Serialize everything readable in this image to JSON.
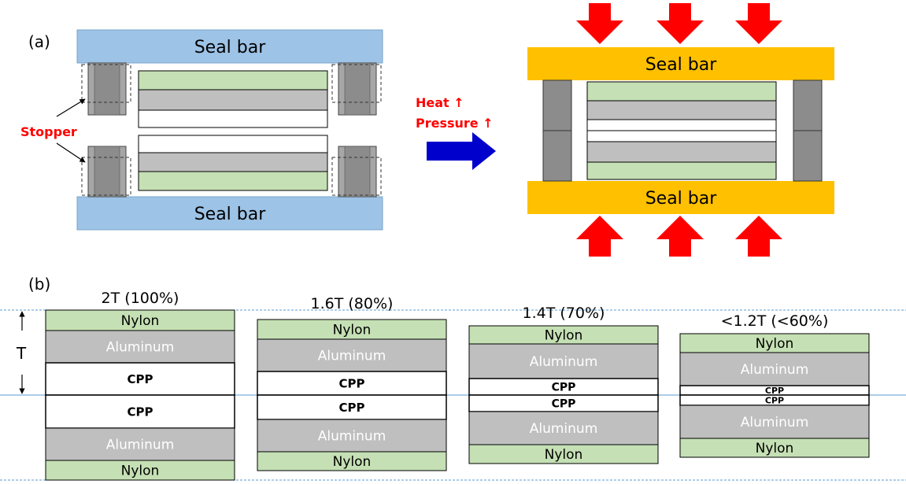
{
  "panel_a": {
    "label": "(a)",
    "left": {
      "seal_bar_top": "Seal bar",
      "seal_bar_bottom": "Seal bar",
      "stopper_label": "Stopper"
    },
    "arrow": {
      "heat": "Heat ↑",
      "pressure": "Pressure ↑"
    },
    "right": {
      "seal_bar_top": "Seal bar",
      "seal_bar_bottom": "Seal bar"
    }
  },
  "panel_b": {
    "label": "(b)",
    "t_label": "T",
    "stacks": [
      {
        "title": "2T (100%)",
        "layers": [
          {
            "name": "Nylon",
            "kind": "nylon"
          },
          {
            "name": "Aluminum",
            "kind": "aluminum"
          },
          {
            "name": "CPP",
            "kind": "cpp"
          },
          {
            "name": "CPP",
            "kind": "cpp"
          },
          {
            "name": "Aluminum",
            "kind": "aluminum"
          },
          {
            "name": "Nylon",
            "kind": "nylon"
          }
        ]
      },
      {
        "title": "1.6T (80%)",
        "layers": [
          {
            "name": "Nylon",
            "kind": "nylon"
          },
          {
            "name": "Aluminum",
            "kind": "aluminum"
          },
          {
            "name": "CPP",
            "kind": "cpp"
          },
          {
            "name": "CPP",
            "kind": "cpp"
          },
          {
            "name": "Aluminum",
            "kind": "aluminum"
          },
          {
            "name": "Nylon",
            "kind": "nylon"
          }
        ]
      },
      {
        "title": "1.4T (70%)",
        "layers": [
          {
            "name": "Nylon",
            "kind": "nylon"
          },
          {
            "name": "Aluminum",
            "kind": "aluminum"
          },
          {
            "name": "CPP",
            "kind": "cpp"
          },
          {
            "name": "CPP",
            "kind": "cpp"
          },
          {
            "name": "Aluminum",
            "kind": "aluminum"
          },
          {
            "name": "Nylon",
            "kind": "nylon"
          }
        ]
      },
      {
        "title": "<1.2T (<60%)",
        "layers": [
          {
            "name": "Nylon",
            "kind": "nylon"
          },
          {
            "name": "Aluminum",
            "kind": "aluminum"
          },
          {
            "name": "CPP",
            "kind": "cpp"
          },
          {
            "name": "CPP",
            "kind": "cpp"
          },
          {
            "name": "Aluminum",
            "kind": "aluminum"
          },
          {
            "name": "Nylon",
            "kind": "nylon"
          }
        ]
      }
    ]
  },
  "colors": {
    "seal_bar_blue": "#9dc3e6",
    "seal_bar_orange": "#ffc000",
    "nylon": "#c5e0b4",
    "aluminum": "#bfbfbf",
    "cpp": "#ffffff",
    "stopper": "#a6a6a6",
    "arrow_blue": "#0000cc",
    "arrow_red": "#ff0000",
    "label_red": "#ff0000",
    "guide_line": "#5b9bd5"
  }
}
